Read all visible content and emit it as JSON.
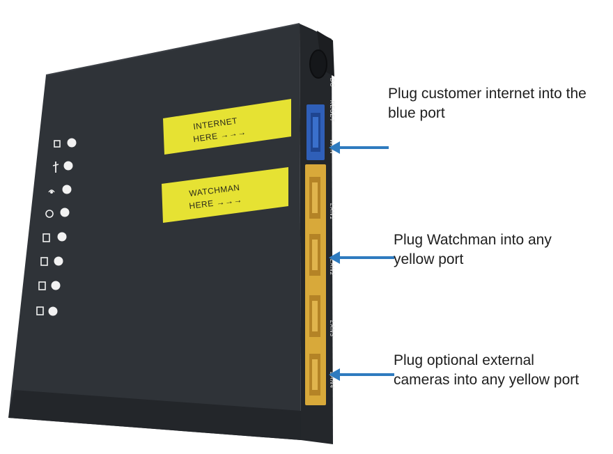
{
  "stickers": {
    "internet": {
      "line1": "INTERNET",
      "line2": "HERE →→→"
    },
    "watchman": {
      "line1": "WATCHMAN",
      "line2": "HERE →→→"
    }
  },
  "port_labels": {
    "dc": "DC",
    "reset": "RESET",
    "wan": "WAN",
    "lan1": "LAN1",
    "lan2": "LAN2",
    "lan3": "LAN3",
    "lan4": "LAN4"
  },
  "callouts": [
    {
      "lines": [
        "Plug customer internet into the",
        "blue port"
      ]
    },
    {
      "lines": [
        "Plug Watchman into any",
        "yellow port"
      ]
    },
    {
      "lines": [
        "Plug optional external",
        "cameras into any yellow port"
      ]
    }
  ],
  "colors": {
    "device_body": "#2f3338",
    "device_side": "#24272b",
    "sticker_yellow": "#e6e233",
    "wan_port_blue": "#2f5fb8",
    "lan_port_yellow": "#d8a93a",
    "arrow_blue": "#2f7bbf"
  },
  "status_indicators": [
    "power-icon",
    "usb-icon",
    "wireless-icon",
    "wps-icon",
    "lan1-icon",
    "lan2-icon",
    "lan3-icon",
    "lan4-icon"
  ]
}
